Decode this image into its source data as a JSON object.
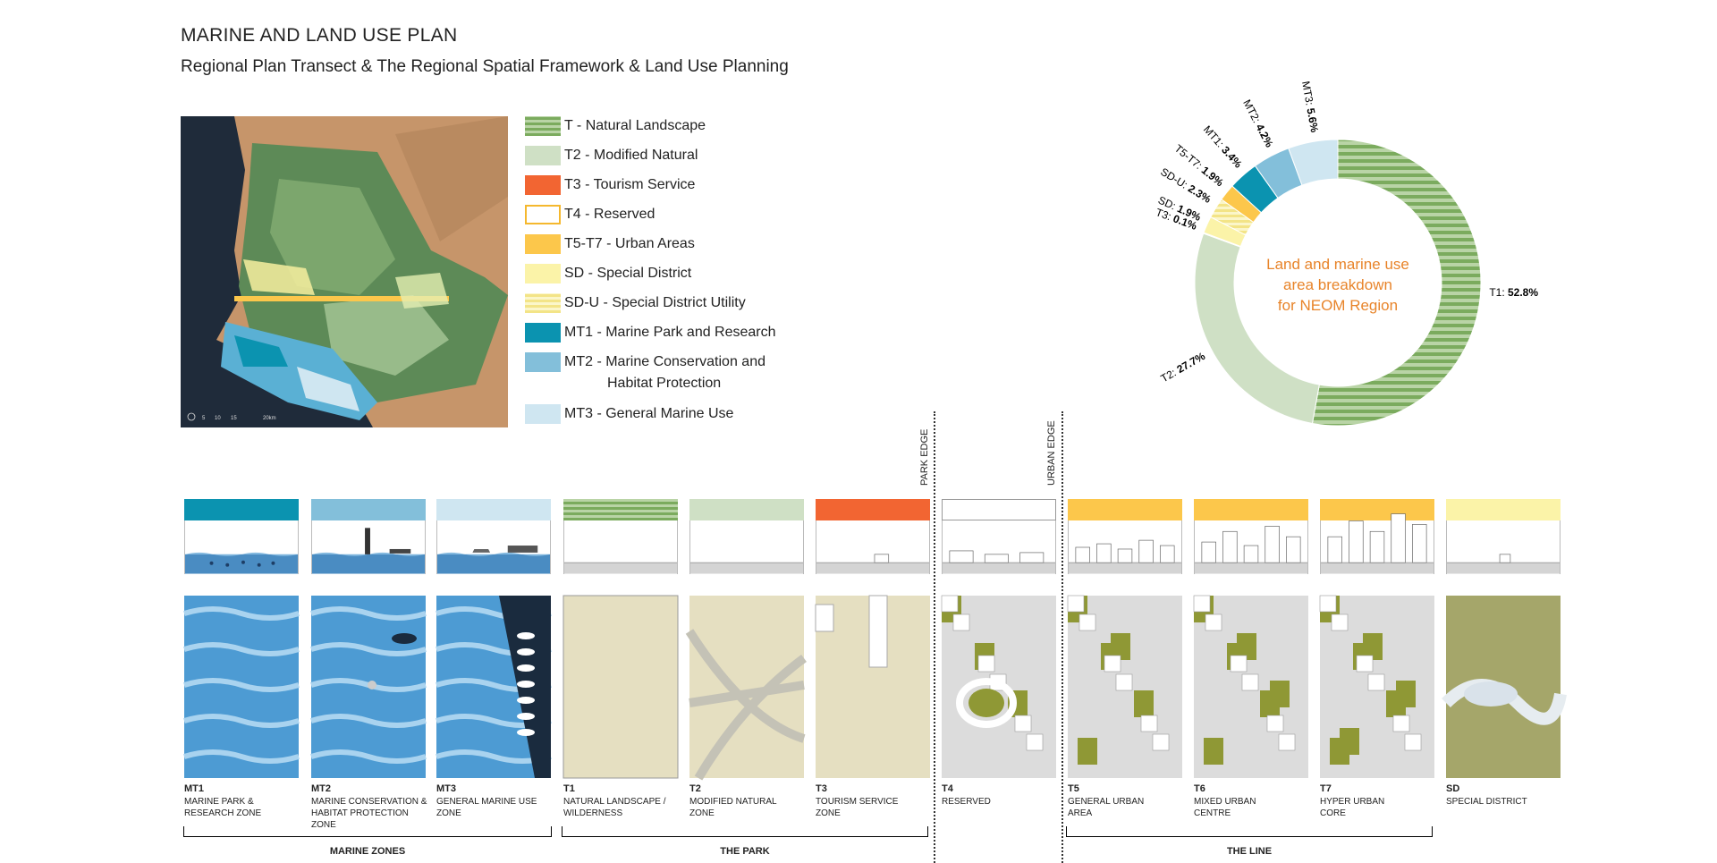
{
  "title": "MARINE AND LAND USE PLAN",
  "subtitle": "Regional Plan Transect & The Regional Spatial Framework & Land Use Planning",
  "map": {
    "scale_labels": [
      "0",
      "5",
      "10",
      "15",
      "20km"
    ]
  },
  "legend": [
    {
      "id": "t1",
      "label": "T - Natural Landscape",
      "style": "stripe-g"
    },
    {
      "id": "t2",
      "label": "T2 - Modified Natural",
      "color": "#cfe0c5"
    },
    {
      "id": "t3",
      "label": "T3 - Tourism Service",
      "color": "#f26532"
    },
    {
      "id": "t4",
      "label": "T4 - Reserved",
      "color": "#ffffff",
      "border": "#f5b82e"
    },
    {
      "id": "t57",
      "label": "T5-T7 - Urban Areas",
      "color": "#fcc74b"
    },
    {
      "id": "sd",
      "label": "SD - Special District",
      "color": "#fbf3a8"
    },
    {
      "id": "sdu",
      "label": "SD-U - Special District Utility",
      "style": "stripe-y"
    },
    {
      "id": "mt1",
      "label": "MT1 - Marine Park and Research",
      "color": "#0b93b0"
    },
    {
      "id": "mt2",
      "label": "MT2 - Marine Conservation and",
      "label2": "Habitat Protection",
      "color": "#83bfda"
    },
    {
      "id": "mt3",
      "label": "MT3 - General Marine Use",
      "color": "#cfe6f1"
    }
  ],
  "chart_data": {
    "type": "pie",
    "center_text": [
      "Land and marine use",
      "area breakdown",
      "for NEOM Region"
    ],
    "center_color": "#e8842a",
    "slices": [
      {
        "code": "T1",
        "value": 52.8,
        "label": "52.8%",
        "color": "#7bab5e",
        "pattern": "stripe"
      },
      {
        "code": "T2",
        "value": 27.7,
        "label": "27.7%",
        "color": "#cfe0c5"
      },
      {
        "code": "T3",
        "value": 0.1,
        "label": "0.1%",
        "color": "#f26532"
      },
      {
        "code": "SD",
        "value": 1.9,
        "label": "1.9%",
        "color": "#fbf3a8"
      },
      {
        "code": "SD-U",
        "value": 2.3,
        "label": "2.3%",
        "color": "#f3e487",
        "pattern": "stripe"
      },
      {
        "code": "T5-T7",
        "value": 1.9,
        "label": "1.9%",
        "color": "#fcc74b"
      },
      {
        "code": "MT1",
        "value": 3.4,
        "label": "3.4%",
        "color": "#0b93b0"
      },
      {
        "code": "MT2",
        "value": 4.2,
        "label": "4.2%",
        "color": "#83bfda"
      },
      {
        "code": "MT3",
        "value": 5.6,
        "label": "5.6%",
        "color": "#cfe6f1"
      }
    ]
  },
  "transect": {
    "columns": [
      {
        "code": "MT1",
        "desc1": "MARINE PARK &",
        "desc2": "RESEARCH ZONE",
        "band": "#0b93b0",
        "kind": "marine"
      },
      {
        "code": "MT2",
        "desc1": "MARINE CONSERVATION &",
        "desc2": "HABITAT PROTECTION ZONE",
        "band": "#83bfda",
        "kind": "marine"
      },
      {
        "code": "MT3",
        "desc1": "GENERAL MARINE USE",
        "desc2": "ZONE",
        "band": "#cfe6f1",
        "kind": "marine"
      },
      {
        "code": "T1",
        "desc1": "NATURAL LANDSCAPE /",
        "desc2": "WILDERNESS",
        "band": "stripe-g",
        "kind": "land"
      },
      {
        "code": "T2",
        "desc1": "MODIFIED NATURAL",
        "desc2": "ZONE",
        "band": "#cfe0c5",
        "kind": "land"
      },
      {
        "code": "T3",
        "desc1": "TOURISM SERVICE",
        "desc2": "ZONE",
        "band": "#f26532",
        "kind": "land"
      },
      {
        "code": "T4",
        "desc1": "RESERVED",
        "desc2": "",
        "band": "#ffffff",
        "kind": "urban"
      },
      {
        "code": "T5",
        "desc1": "GENERAL URBAN",
        "desc2": "AREA",
        "band": "#fcc74b",
        "kind": "urban"
      },
      {
        "code": "T6",
        "desc1": "MIXED URBAN",
        "desc2": "CENTRE",
        "band": "#fcc74b",
        "kind": "urban"
      },
      {
        "code": "T7",
        "desc1": "HYPER URBAN",
        "desc2": "CORE",
        "band": "#fcc74b",
        "kind": "urban"
      },
      {
        "code": "SD",
        "desc1": "SPECIAL DISTRICT",
        "desc2": "",
        "band": "#fbf3a8",
        "kind": "special"
      }
    ],
    "edges": [
      "PARK EDGE",
      "URBAN EDGE"
    ],
    "groups": [
      "MARINE ZONES",
      "THE PARK",
      "THE LINE"
    ]
  }
}
